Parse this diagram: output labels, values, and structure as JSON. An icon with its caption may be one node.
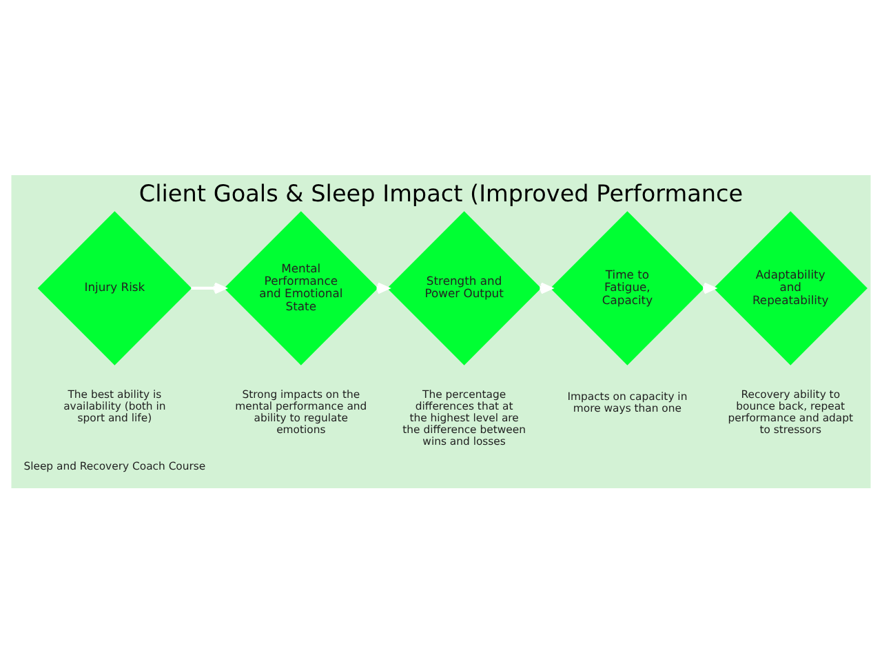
{
  "diagram": {
    "title": "Client Goals & Sleep Impact (Improved Performance",
    "nodes": [
      {
        "text": [
          "Injury Risk"
        ],
        "beside": [
          "The best ability is availability (both in sport and life)"
        ]
      },
      {
        "text": [
          "Mental Performance and Emotional State"
        ],
        "beside": [
          "Strong impacts on the mental performance and ability to regulate emotions"
        ]
      },
      {
        "text": [
          "Strength and Power Output"
        ],
        "beside": [
          "The percentage differences that at the highest level are the difference between wins and losses"
        ]
      },
      {
        "text": [
          "Time to Fatigue, Capacity"
        ],
        "beside": [
          "Impacts on capacity in more ways than one"
        ]
      },
      {
        "text": [
          "Adaptability and Repeatability"
        ],
        "beside": [
          "Recovery ability to bounce back, repeat performance and adapt to stressors"
        ]
      }
    ],
    "edges": [
      {
        "from": 0,
        "to": 1,
        "arrow": "to"
      },
      {
        "from": 1,
        "to": 2,
        "arrow": "to"
      },
      {
        "from": 2,
        "to": 3,
        "arrow": "to"
      },
      {
        "from": 3,
        "to": 4,
        "arrow": "to"
      }
    ],
    "labels": [
      "Sleep and Recovery Coach Course"
    ]
  }
}
